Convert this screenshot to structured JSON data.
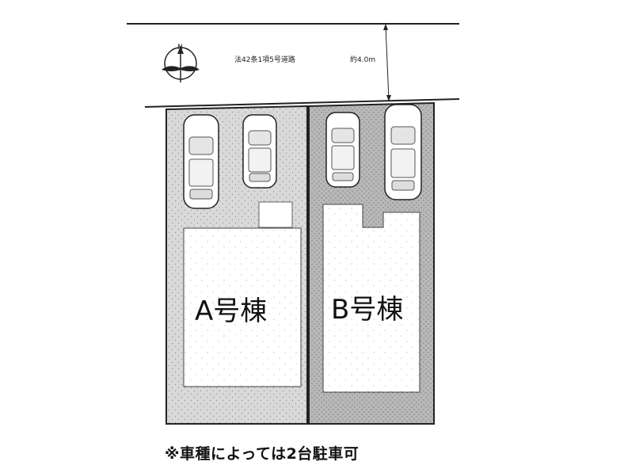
{
  "road": {
    "label": "法42条1項5号道路",
    "width_label": "約4.0m"
  },
  "compass": {
    "north_label": "N"
  },
  "lots": [
    {
      "id": "A",
      "label": "A号棟",
      "parking_spaces": 2
    },
    {
      "id": "B",
      "label": "B号棟",
      "parking_spaces": 2
    }
  ],
  "note": "※車種によっては2台駐車可"
}
